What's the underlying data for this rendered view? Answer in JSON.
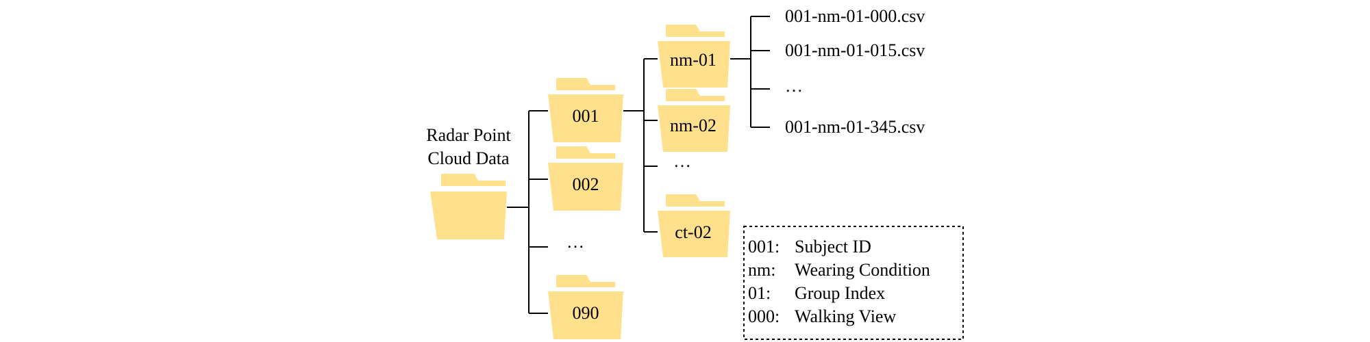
{
  "root": {
    "label_line1": "Radar Point",
    "label_line2": "Cloud Data"
  },
  "subjects": [
    "001",
    "002",
    "…",
    "090"
  ],
  "conditions": [
    "nm-01",
    "nm-02",
    "…",
    "ct-02"
  ],
  "files": [
    "001-nm-01-000.csv",
    "001-nm-01-015.csv",
    "…",
    "001-nm-01-345.csv"
  ],
  "legend": {
    "rows": [
      {
        "key": "001:",
        "value": "Subject ID"
      },
      {
        "key": "nm:",
        "value": "Wearing Condition"
      },
      {
        "key": "01:",
        "value": "Group Index"
      },
      {
        "key": "000:",
        "value": "Walking View"
      }
    ]
  },
  "colors": {
    "folder": "#FFE08C",
    "line": "#000000"
  }
}
